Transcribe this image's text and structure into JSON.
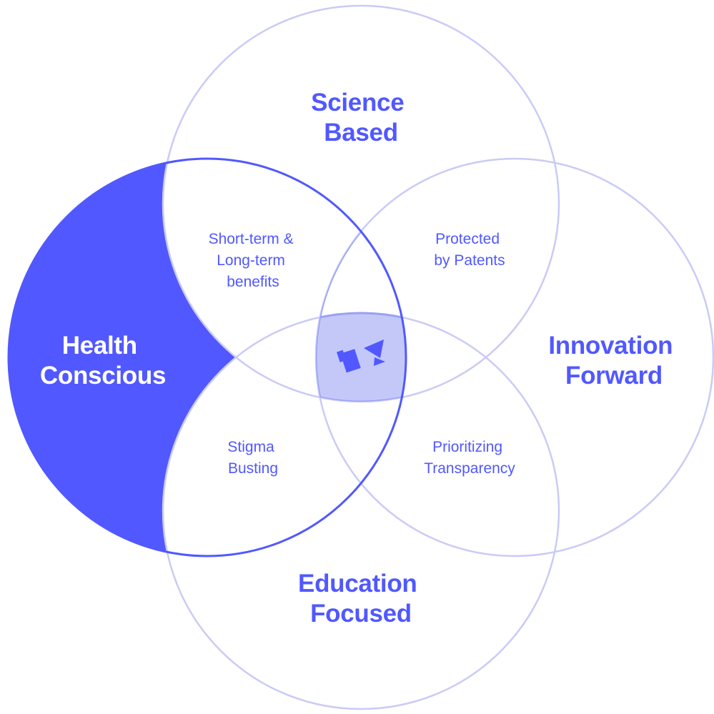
{
  "diagram": {
    "circles": [
      {
        "id": "science",
        "lines": [
          "Science",
          "Based"
        ]
      },
      {
        "id": "health",
        "lines": [
          "Health",
          "Conscious"
        ]
      },
      {
        "id": "innovation",
        "lines": [
          "Innovation",
          "Forward"
        ]
      },
      {
        "id": "education",
        "lines": [
          "Education",
          "Focused"
        ]
      }
    ],
    "overlaps": [
      {
        "id": "science-health",
        "lines": [
          "Short-term &",
          "Long-term",
          "benefits"
        ]
      },
      {
        "id": "science-innovation",
        "lines": [
          "Protected",
          "by Patents"
        ]
      },
      {
        "id": "health-education",
        "lines": [
          "Stigma",
          "Busting"
        ]
      },
      {
        "id": "innovation-education",
        "lines": [
          "Prioritizing",
          "Transparency"
        ]
      }
    ],
    "center_icon": "brand-logo-icon",
    "colors": {
      "primary": "#5158ff",
      "outline_light": "#c9cbf6",
      "center_fill": "#c3c8f8",
      "text_on_primary": "#ffffff"
    }
  }
}
